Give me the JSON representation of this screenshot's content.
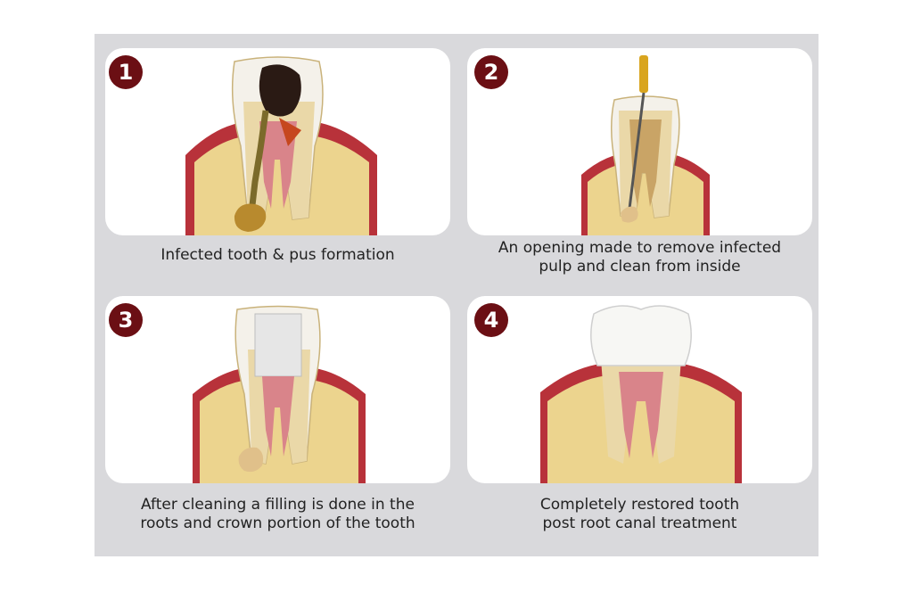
{
  "steps": [
    {
      "number": "1",
      "caption_lines": [
        "Infected tooth & pus formation"
      ],
      "image": "infected-tooth-with-abscess"
    },
    {
      "number": "2",
      "caption_lines": [
        "An opening made to remove infected",
        "pulp and clean from inside"
      ],
      "image": "tooth-with-endodontic-file"
    },
    {
      "number": "3",
      "caption_lines": [
        "After cleaning a filling is done in the",
        "roots and crown portion of the tooth"
      ],
      "image": "filled-tooth-roots"
    },
    {
      "number": "4",
      "caption_lines": [
        "Completely restored tooth",
        "post root canal treatment"
      ],
      "image": "crowned-restored-tooth"
    }
  ],
  "colors": {
    "background_panel": "#d9d9dc",
    "card": "#ffffff",
    "badge": "#6b0f14",
    "gum": "#b8323a",
    "bone": "#ecd48e",
    "enamel": "#f4f1ea",
    "dentin": "#ead8a8",
    "pulp": "#d9848a",
    "decay": "#2a1a14",
    "pus": "#b88a2e"
  }
}
